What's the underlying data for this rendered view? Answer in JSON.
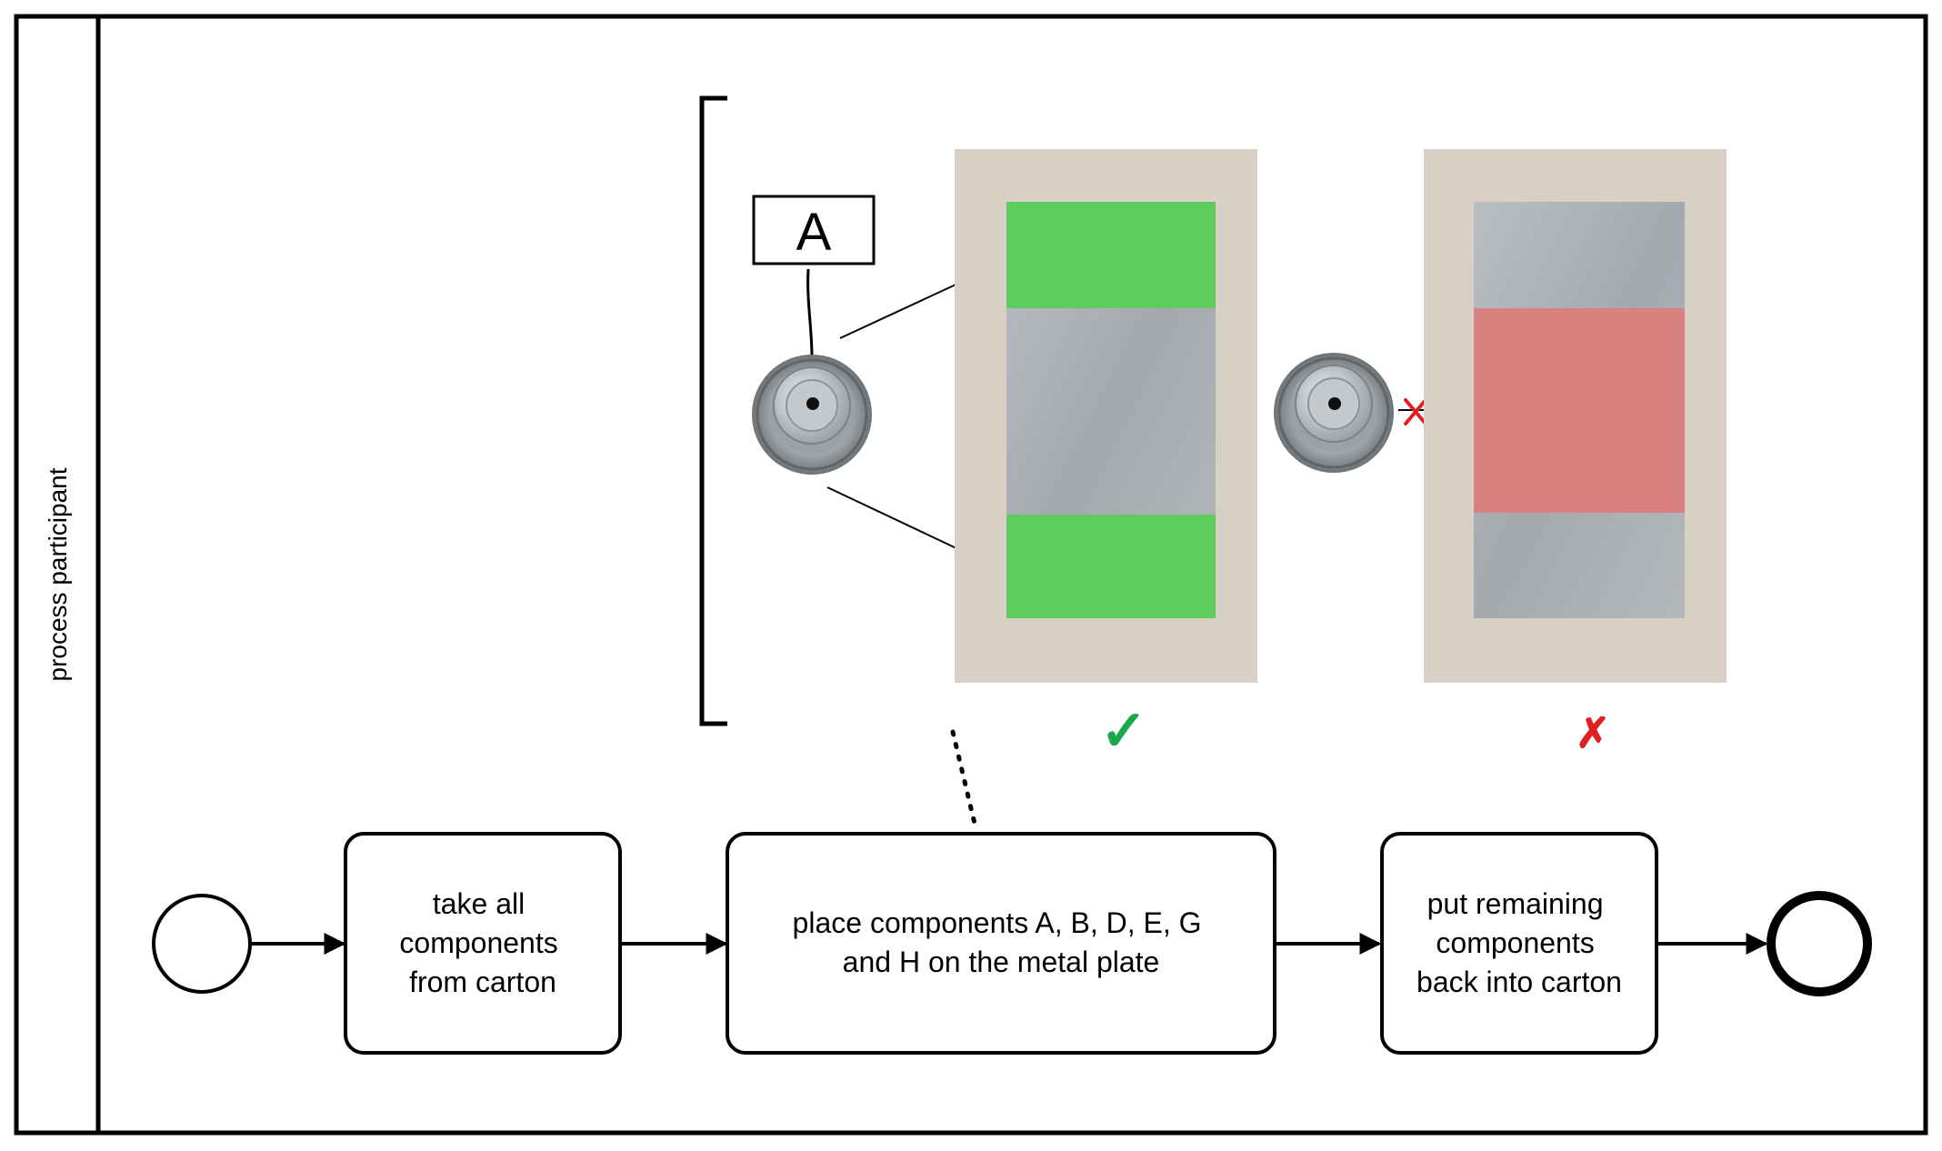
{
  "pool": {
    "lane_label": "process participant"
  },
  "tasks": [
    {
      "lines": [
        "take all",
        "components",
        "from carton"
      ]
    },
    {
      "lines": [
        "place components A, B, D, E, G",
        "and H on the metal plate"
      ]
    },
    {
      "lines": [
        "put remaining",
        "components",
        "back into carton"
      ]
    }
  ],
  "annotation": {
    "component_code": "A",
    "correct_mark": "✓",
    "wrong_mark": "✗"
  },
  "colors": {
    "correct_zone": "#5ccd5c",
    "wrong_zone": "#d98080",
    "check_mark": "#1aa84a",
    "cross_mark": "#e02020",
    "table_beige": "#d9cfc4",
    "metal_plate": "#a7adb2"
  }
}
